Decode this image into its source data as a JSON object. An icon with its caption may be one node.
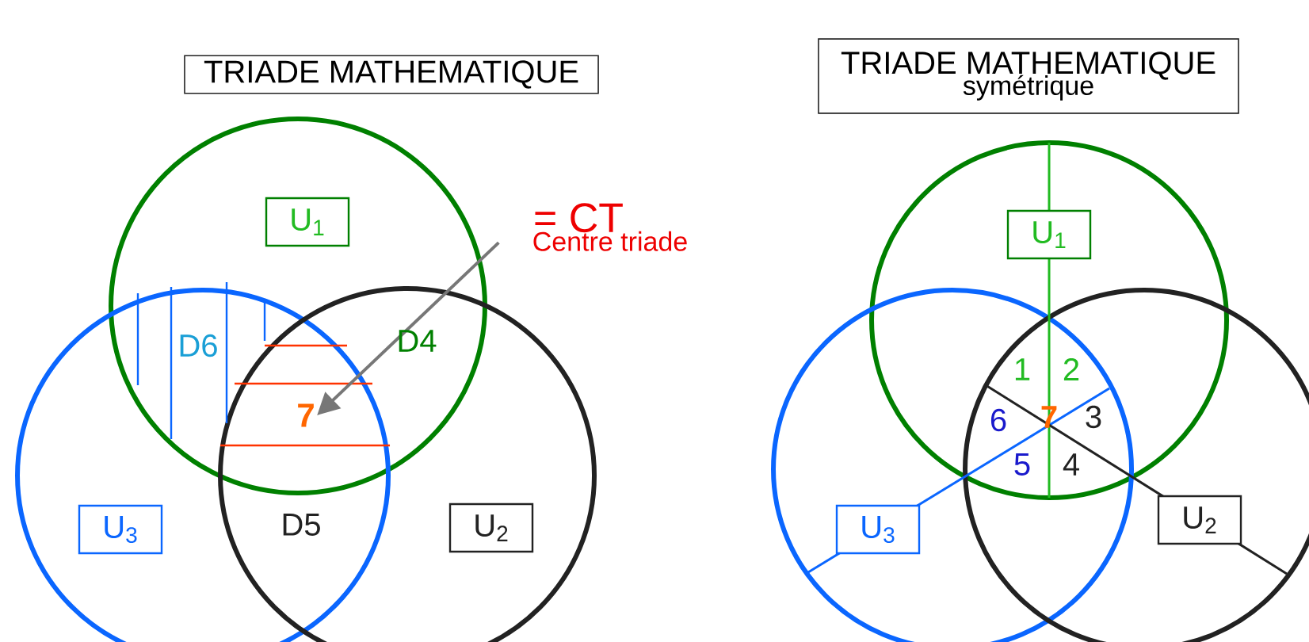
{
  "diagram": {
    "nodes": [
      {
        "text": [
          "TRIADE MATHEMATIQUE"
        ]
      },
      {
        "text": [
          "U$_{1}$"
        ]
      },
      {
        "text": [
          "U$_{3}$"
        ]
      },
      {
        "text": [
          "U$_{2}$"
        ]
      },
      {
        "text": [
          "7"
        ]
      },
      {
        "text": [
          "= CT",
          "Centre triade"
        ]
      },
      {
        "text": [
          "TRIADE MATHEMATIQUE",
          "symétrique"
        ]
      },
      {
        "text": [
          "U$_{1}$"
        ]
      },
      {
        "text": [
          "U$_{3}$"
        ]
      },
      {
        "text": [
          "U$_{2}$"
        ]
      }
    ],
    "edges": [
      {
        "from": 5,
        "to": 4,
        "arrow": "to",
        "color": "#777777"
      }
    ],
    "labels": [
      "D6",
      "D4",
      "D5",
      "1",
      "2",
      "6",
      "7",
      "3",
      "5",
      "4"
    ]
  }
}
